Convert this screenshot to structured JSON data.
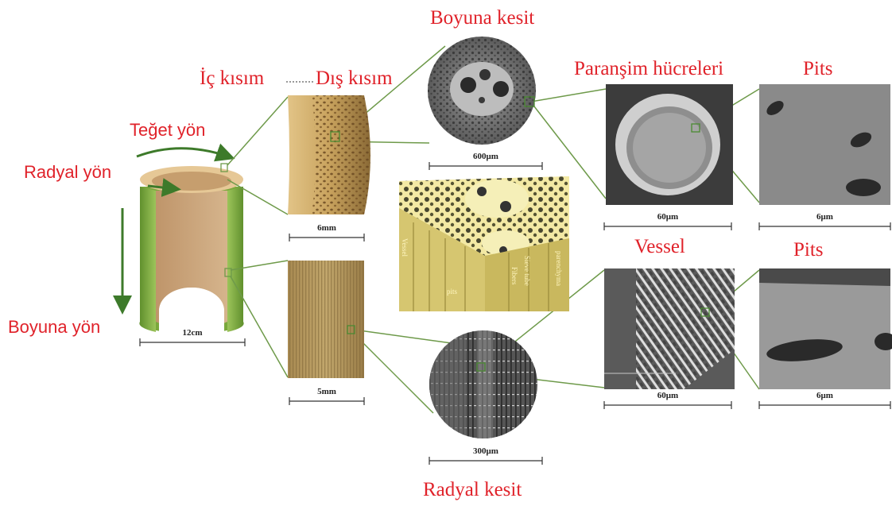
{
  "labels": {
    "boyuna_kesit": "Boyuna kesit",
    "ic_kisim": "İç kısım",
    "dis_kisim": "Dış kısım",
    "paransim": "Paranşim hücreleri",
    "pits_top": "Pits",
    "teget_yon": "Teğet yön",
    "radyal_yon": "Radyal yön",
    "boyuna_yon": "Boyuna yön",
    "vessel": "Vessel",
    "pits_bottom": "Pits",
    "radyal_kesit": "Radyal kesit"
  },
  "scales": {
    "culm": "12cm",
    "outer_strip": "6mm",
    "longitudinal_strip": "5mm",
    "cross_section": "600μm",
    "radial_section": "300μm",
    "parenchyma": "60μm",
    "vessel": "60μm",
    "pits_top": "6μm",
    "pits_bottom": "6μm"
  },
  "center_labels": {
    "vessel": "Vessel",
    "pits": "pits",
    "fibers": "Fibers",
    "sieve_tube": "Sieve tube",
    "parenchyma": "parenchyma"
  },
  "colors": {
    "label_red": "#e0222a",
    "leader_green": "#6e9a4a",
    "arrow_green": "#3d7a2a",
    "culm_green": "#7aa83c",
    "culm_tan": "#c9a47a"
  }
}
